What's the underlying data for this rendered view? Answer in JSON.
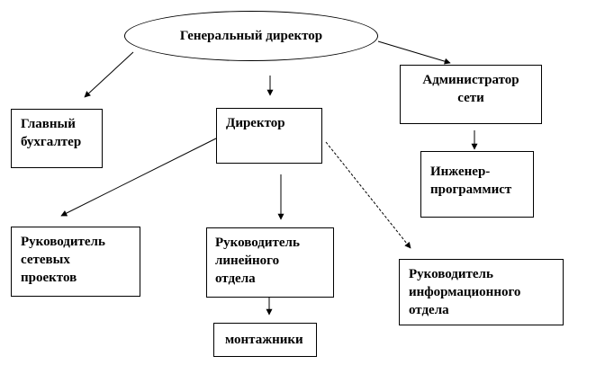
{
  "nodes": {
    "general_director": "Генеральный директор",
    "chief_accountant": [
      "Главный",
      "бухгалтер"
    ],
    "director": "Директор",
    "network_admin": [
      "Администратор",
      "сети"
    ],
    "engineer_programmer": [
      "Инженер-",
      "программист"
    ],
    "network_projects_head": [
      "Руководитель",
      "сетевых",
      "проектов"
    ],
    "line_department_head": [
      "Руководитель",
      "линейного",
      "отдела"
    ],
    "info_department_head": [
      "Руководитель",
      "информационного",
      "отдела"
    ],
    "installers": "монтажники"
  }
}
